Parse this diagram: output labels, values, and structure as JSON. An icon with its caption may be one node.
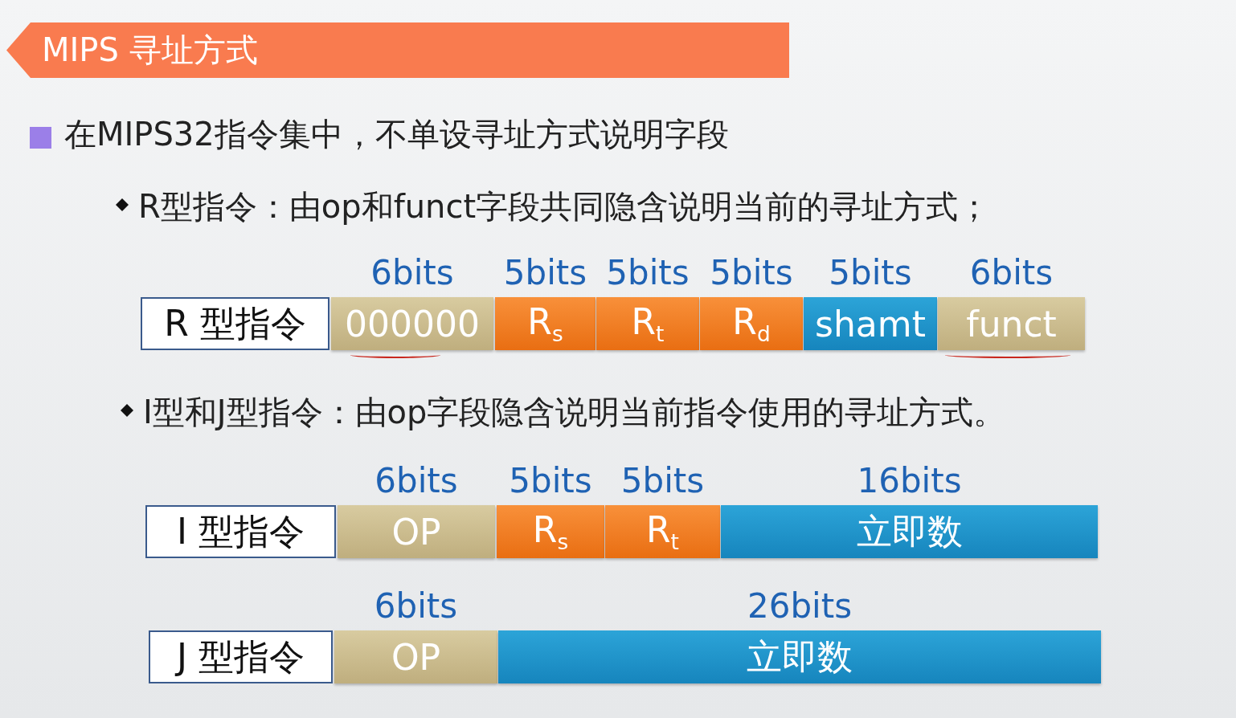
{
  "diagram": {
    "title": "MIPS 寻址方式",
    "nodes": [
      {
        "text": [
          "R 型指令"
        ]
      },
      {
        "text": [
          "000000"
        ],
        "beside": [
          "6bits"
        ]
      },
      {
        "text": [
          "R$_{s}$"
        ],
        "beside": [
          "5bits"
        ]
      },
      {
        "text": [
          "R$_{t}$"
        ],
        "beside": [
          "5bits"
        ]
      },
      {
        "text": [
          "R$_{d}$"
        ],
        "beside": [
          "5bits"
        ]
      },
      {
        "text": [
          "shamt"
        ],
        "beside": [
          "5bits"
        ]
      },
      {
        "text": [
          "funct"
        ],
        "beside": [
          "6bits"
        ]
      },
      {
        "text": [
          "I 型指令"
        ]
      },
      {
        "text": [
          "OP"
        ],
        "beside": [
          "6bits"
        ]
      },
      {
        "text": [
          "R$_{s}$"
        ],
        "beside": [
          "5bits"
        ]
      },
      {
        "text": [
          "R$_{t}$"
        ],
        "beside": [
          "5bits"
        ]
      },
      {
        "text": [
          "立即数"
        ],
        "beside": [
          "16bits"
        ]
      },
      {
        "text": [
          "J 型指令"
        ]
      },
      {
        "text": [
          "OP"
        ],
        "beside": [
          "6bits"
        ]
      },
      {
        "text": [
          "立即数"
        ],
        "beside": [
          "26bits"
        ]
      }
    ],
    "labels": [
      "在MIPS32指令集中，不单设寻址方式说明字段",
      "R型指令：由op和funct字段共同隐含说明当前的寻址方式；",
      "I型和J型指令：由op字段隐含说明当前指令使用的寻址方式。"
    ]
  }
}
